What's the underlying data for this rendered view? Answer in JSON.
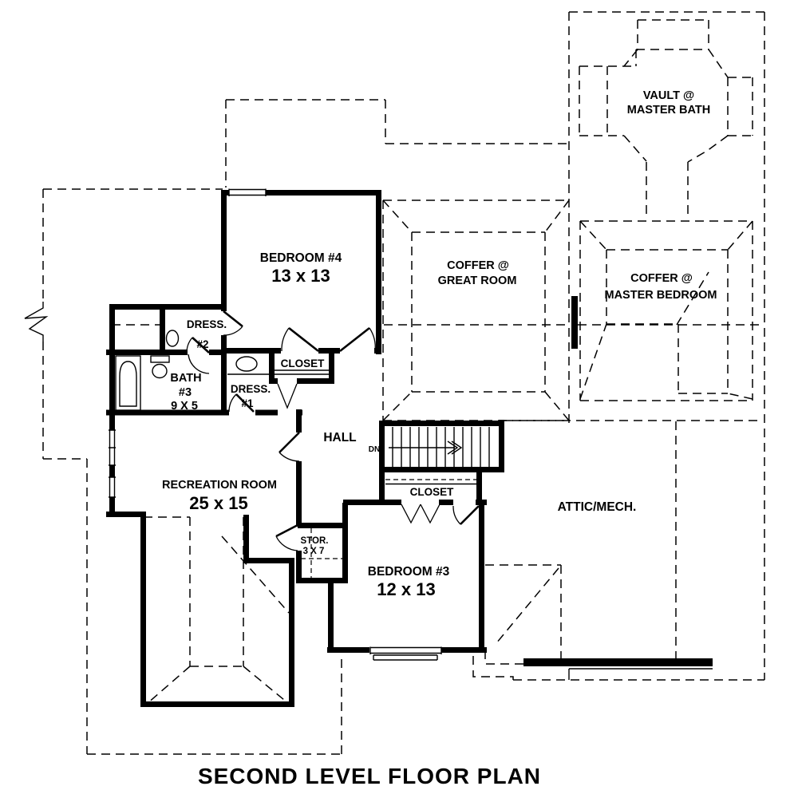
{
  "title": "SECOND LEVEL FLOOR PLAN",
  "colors": {
    "ink": "#000000",
    "paper": "#ffffff"
  },
  "rooms": {
    "vault_master_bath": {
      "line1": "VAULT @",
      "line2": "MASTER BATH"
    },
    "coffer_great_room": {
      "line1": "COFFER @",
      "line2": "GREAT ROOM"
    },
    "coffer_master_bedroom": {
      "line1": "COFFER @",
      "line2": "MASTER BEDROOM"
    },
    "bedroom4": {
      "name": "BEDROOM #4",
      "dims": "13 x 13"
    },
    "dress2": {
      "name": "DRESS.",
      "number": "#2"
    },
    "bath3": {
      "name": "BATH",
      "number": "#3",
      "dims": "9 X 5"
    },
    "dress1": {
      "name": "DRESS.",
      "number": "#1"
    },
    "closet_bedroom4": {
      "name": "CLOSET"
    },
    "hall": {
      "name": "HALL"
    },
    "stairs": {
      "label": "DN"
    },
    "closet_bedroom3": {
      "name": "CLOSET"
    },
    "recreation_room": {
      "name": "RECREATION ROOM",
      "dims": "25 x 15"
    },
    "storage": {
      "name": "STOR.",
      "dims": "3 X 7"
    },
    "bedroom3": {
      "name": "BEDROOM #3",
      "dims": "12 x 13"
    },
    "attic": {
      "name": "ATTIC/MECH."
    }
  }
}
